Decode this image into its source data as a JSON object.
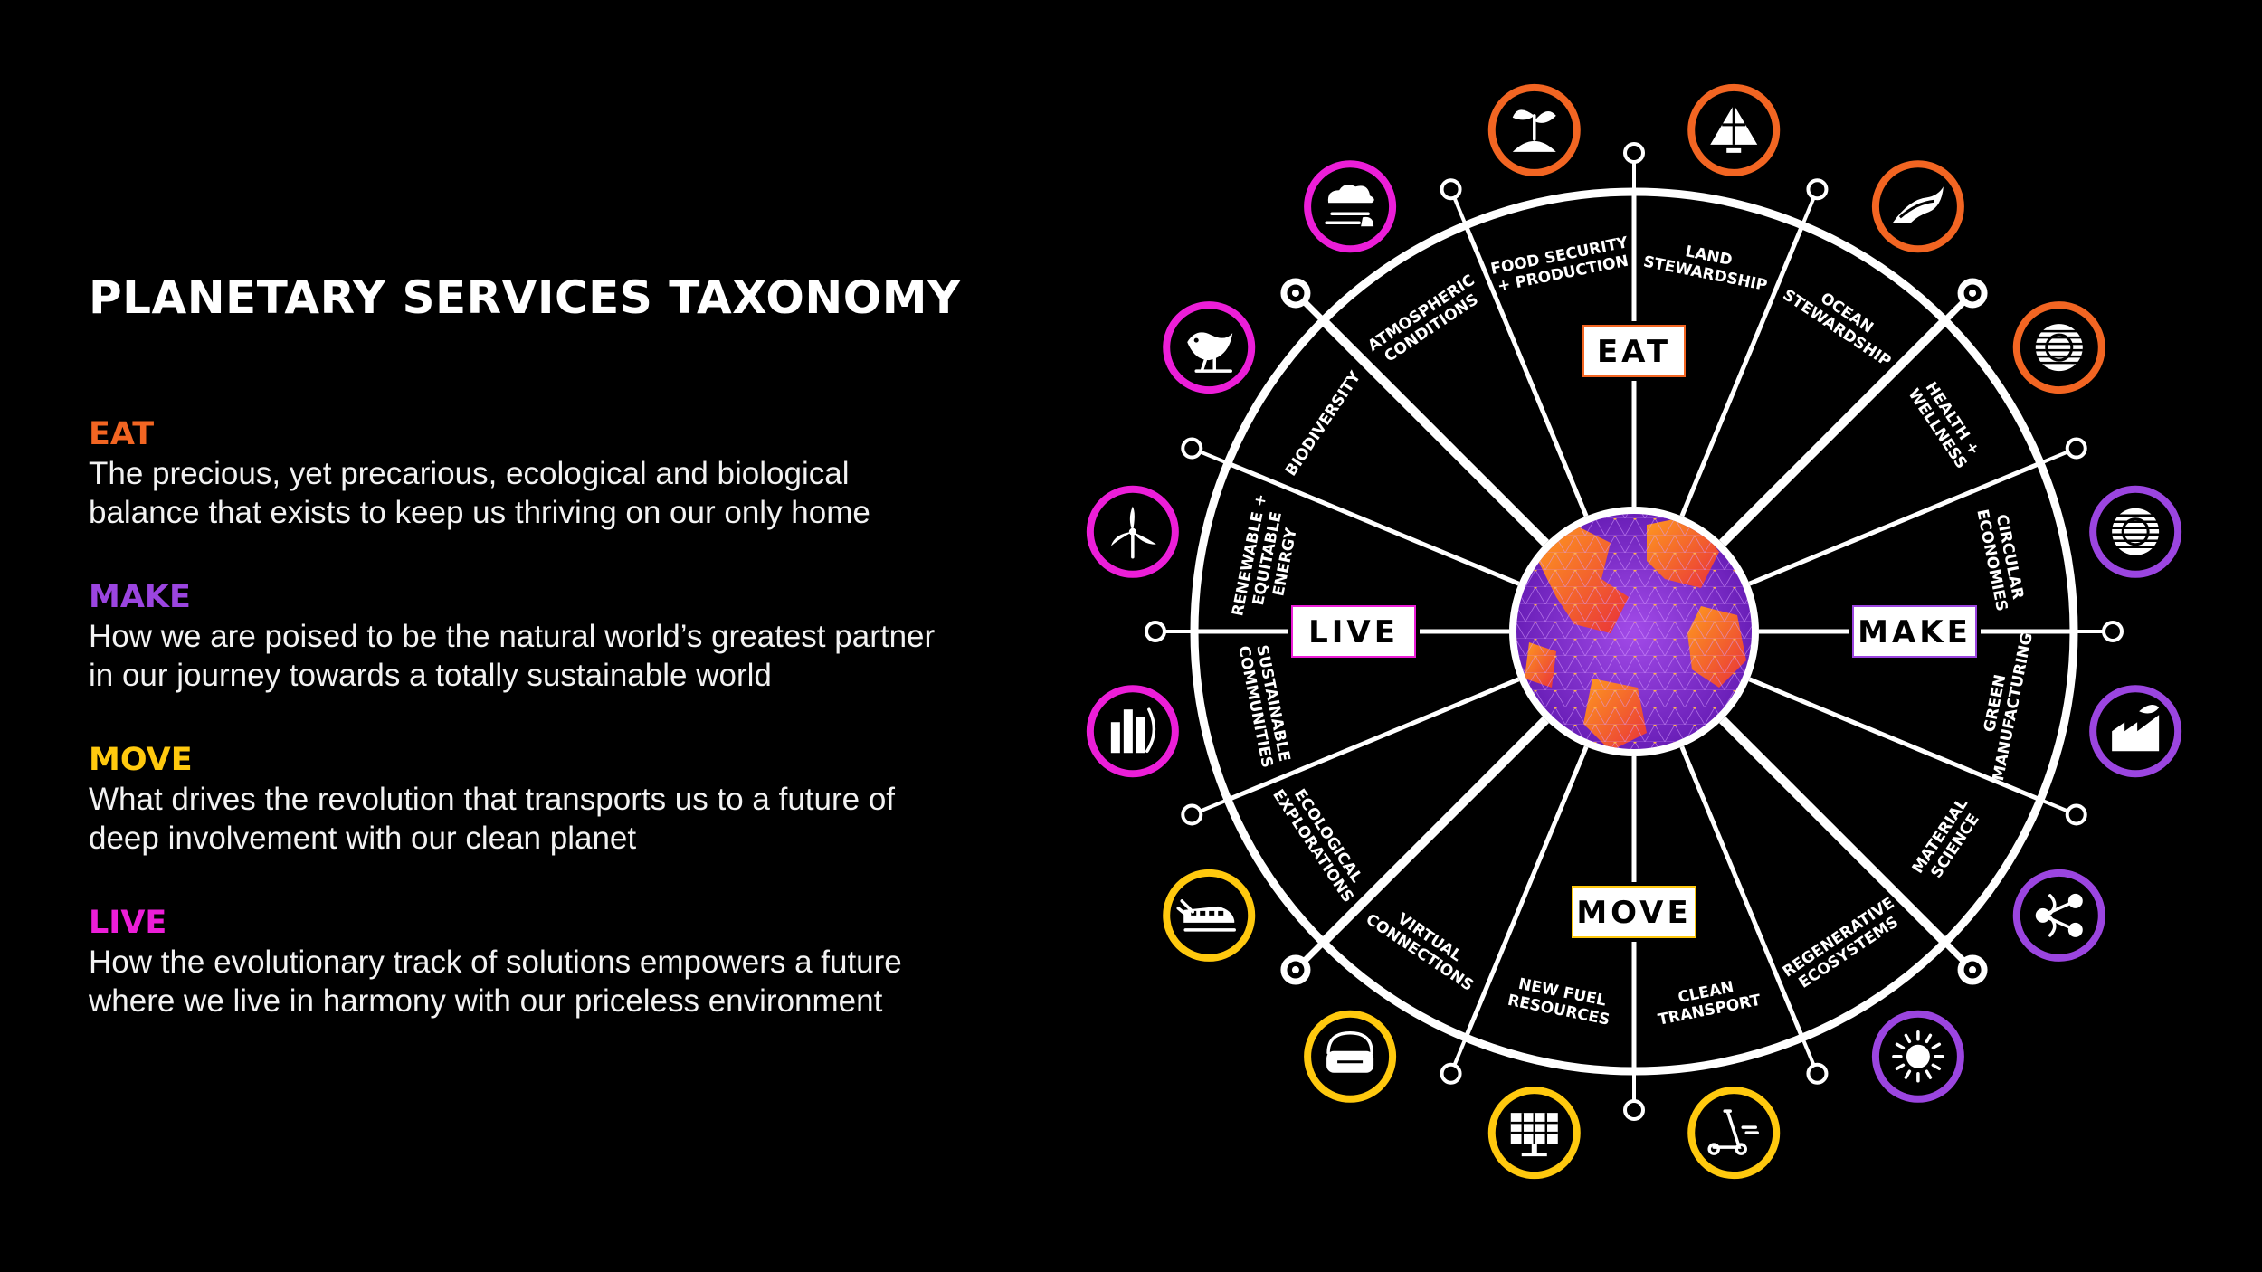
{
  "title": "PLANETARY SERVICES TAXONOMY",
  "categories": [
    {
      "name": "EAT",
      "color": "#f26522",
      "description_lines": [
        "The precious, yet precarious, ecological and biological",
        "balance that exists to keep us thriving on our only home"
      ]
    },
    {
      "name": "MAKE",
      "color": "#9b45e0",
      "description_lines": [
        "How we are poised to be the natural world’s greatest partner",
        "in our journey towards a totally sustainable world"
      ]
    },
    {
      "name": "MOVE",
      "color": "#ffc90e",
      "description_lines": [
        "What drives the revolution that transports us to a future of",
        "deep involvement with our clean planet"
      ]
    },
    {
      "name": "LIVE",
      "color": "#ec1ed8",
      "description_lines": [
        "How the evolutionary track of solutions empowers a future",
        "where we live in harmony with our priceless environment"
      ]
    }
  ],
  "wheel": {
    "hub_labels": {
      "eat": "EAT",
      "make": "MAKE",
      "move": "MOVE",
      "live": "LIVE"
    },
    "segments": [
      {
        "lines": [
          "LAND",
          "STEWARDSHIP"
        ],
        "group": "eat",
        "icon": "pyramid-icon"
      },
      {
        "lines": [
          "OCEAN",
          "STEWARDSHIP"
        ],
        "group": "eat",
        "icon": "wave-icon"
      },
      {
        "lines": [
          "HEALTH +",
          "WELLNESS"
        ],
        "group": "eat",
        "icon": "globe-grid-icon"
      },
      {
        "lines": [
          "CIRCULAR",
          "ECONOMIES"
        ],
        "group": "make",
        "icon": "recycle-globe-icon"
      },
      {
        "lines": [
          "GREEN",
          "MANUFACTURING"
        ],
        "group": "make",
        "icon": "factory-leaf-icon"
      },
      {
        "lines": [
          "MATERIAL",
          "SCIENCE"
        ],
        "group": "make",
        "icon": "molecule-icon"
      },
      {
        "lines": [
          "REGENERATIVE",
          "ECOSYSTEMS"
        ],
        "group": "make",
        "icon": "sun-icon"
      },
      {
        "lines": [
          "CLEAN",
          "TRANSPORT"
        ],
        "group": "move",
        "icon": "scooter-icon"
      },
      {
        "lines": [
          "NEW FUEL",
          "RESOURCES"
        ],
        "group": "move",
        "icon": "solar-panel-icon"
      },
      {
        "lines": [
          "VIRTUAL",
          "CONNECTIONS"
        ],
        "group": "move",
        "icon": "vr-headset-icon"
      },
      {
        "lines": [
          "ECOLOGICAL",
          "EXPLORATIONS"
        ],
        "group": "move",
        "icon": "train-icon"
      },
      {
        "lines": [
          "SUSTAINABLE",
          "COMMUNITIES"
        ],
        "group": "live",
        "icon": "city-icon"
      },
      {
        "lines": [
          "RENEWABLE +",
          "EQUITABLE",
          "ENERGY"
        ],
        "group": "live",
        "icon": "wind-turbine-icon"
      },
      {
        "lines": [
          "BIODIVERSITY"
        ],
        "group": "live",
        "icon": "bird-icon"
      },
      {
        "lines": [
          "ATMOSPHERIC",
          "CONDITIONS"
        ],
        "group": "live",
        "icon": "clouds-icon"
      },
      {
        "lines": [
          "FOOD SECURITY",
          "+ PRODUCTION"
        ],
        "group": "eat",
        "icon": "sprout-icon"
      }
    ]
  }
}
